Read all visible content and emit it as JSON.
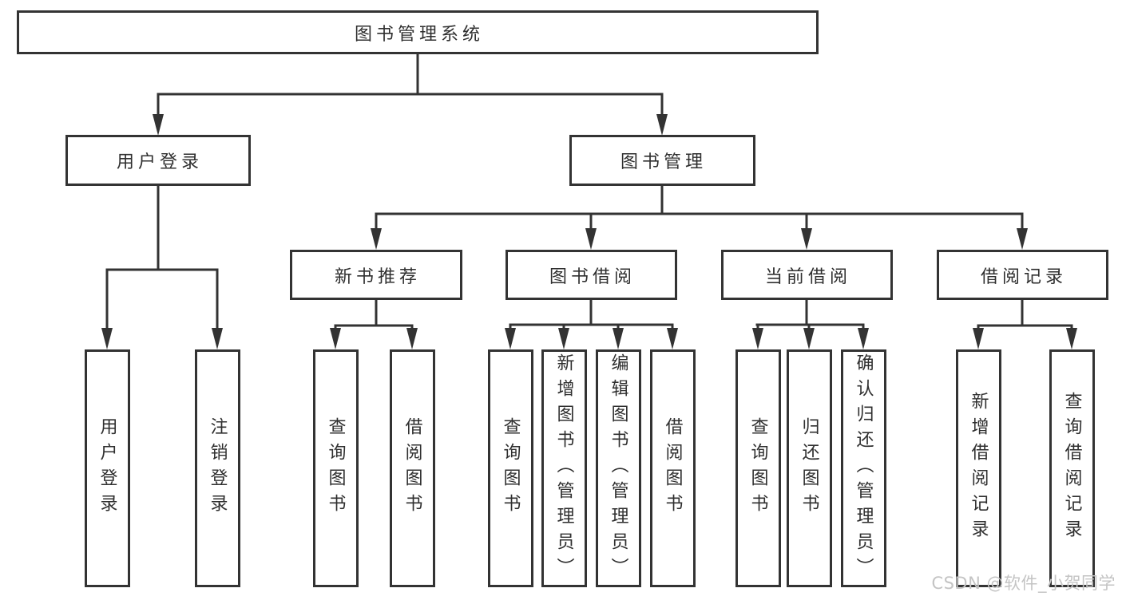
{
  "diagram": {
    "title": "图书管理系统",
    "level2": [
      {
        "label": "用户登录"
      },
      {
        "label": "图书管理"
      }
    ],
    "level3": [
      {
        "label": "新书推荐"
      },
      {
        "label": "图书借阅"
      },
      {
        "label": "当前借阅"
      },
      {
        "label": "借阅记录"
      }
    ],
    "leaf_groups": [
      {
        "items": [
          "用户登录",
          "注销登录"
        ]
      },
      {
        "items": [
          "查询图书",
          "借阅图书"
        ]
      },
      {
        "items": [
          "查询图书",
          "新增图书（管理员）",
          "编辑图书（管理员）",
          "借阅图书"
        ]
      },
      {
        "items": [
          "查询图书",
          "归还图书",
          "确认归还（管理员）"
        ]
      },
      {
        "items": [
          "新增借阅记录",
          "查询借阅记录"
        ]
      }
    ]
  },
  "watermark": "CSDN @软件_小贺同学",
  "colors": {
    "line": "#333333",
    "text": "#2f2f2f",
    "watermark": "#c4c4c4",
    "background": "#ffffff"
  }
}
